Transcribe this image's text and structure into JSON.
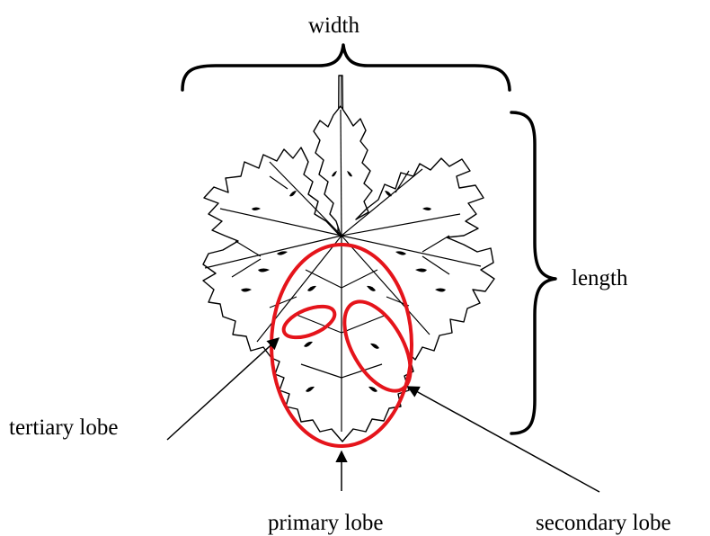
{
  "labels": {
    "width": "width",
    "length": "length",
    "tertiary_lobe": "tertiary lobe",
    "primary_lobe": "primary lobe",
    "secondary_lobe": "secondary lobe"
  },
  "colors": {
    "lobe_highlight": "#e5141b",
    "ink": "#000000",
    "background": "#ffffff"
  }
}
